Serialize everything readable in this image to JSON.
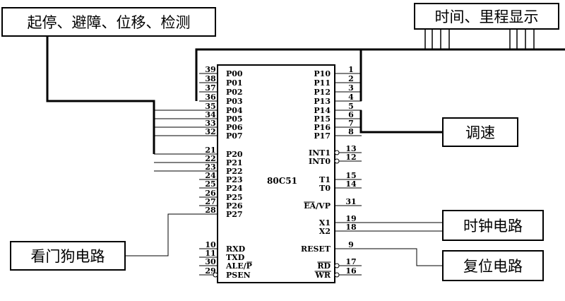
{
  "chip": {
    "name": "80C51"
  },
  "left_pins": [
    {
      "num": "39",
      "name": "P00"
    },
    {
      "num": "38",
      "name": "P01"
    },
    {
      "num": "37",
      "name": "P02"
    },
    {
      "num": "36",
      "name": "P03"
    },
    {
      "num": "35",
      "name": "P04"
    },
    {
      "num": "34",
      "name": "P05"
    },
    {
      "num": "33",
      "name": "P06"
    },
    {
      "num": "32",
      "name": "P07"
    },
    {
      "num": "21",
      "name": "P20"
    },
    {
      "num": "22",
      "name": "P21"
    },
    {
      "num": "23",
      "name": "P22"
    },
    {
      "num": "24",
      "name": "P23"
    },
    {
      "num": "25",
      "name": "P24"
    },
    {
      "num": "26",
      "name": "P25"
    },
    {
      "num": "27",
      "name": "P26"
    },
    {
      "num": "28",
      "name": "P27"
    },
    {
      "num": "10",
      "name": "RXD"
    },
    {
      "num": "11",
      "name": "TXD"
    },
    {
      "num": "30",
      "name": "ALE/P",
      "overline_suffix": "P"
    },
    {
      "num": "29",
      "name": "PSEN"
    }
  ],
  "right_pins": [
    {
      "num": "1",
      "name": "P10"
    },
    {
      "num": "2",
      "name": "P11"
    },
    {
      "num": "3",
      "name": "P12"
    },
    {
      "num": "4",
      "name": "P13"
    },
    {
      "num": "5",
      "name": "P14"
    },
    {
      "num": "6",
      "name": "P15"
    },
    {
      "num": "7",
      "name": "P16"
    },
    {
      "num": "8",
      "name": "P17"
    },
    {
      "num": "13",
      "name": "INT1"
    },
    {
      "num": "12",
      "name": "INT0"
    },
    {
      "num": "15",
      "name": "T1"
    },
    {
      "num": "14",
      "name": "T0"
    },
    {
      "num": "31",
      "name": "EA/VP",
      "overline_prefix": "EA"
    },
    {
      "num": "19",
      "name": "X1"
    },
    {
      "num": "18",
      "name": "X2"
    },
    {
      "num": "9",
      "name": "RESET"
    },
    {
      "num": "17",
      "name": "RD",
      "overline": true
    },
    {
      "num": "16",
      "name": "WR",
      "overline": true
    }
  ],
  "modules": {
    "sensors": "起停、避障、位移、检测",
    "display": "时间、里程显示",
    "speed": "调速",
    "watchdog": "看门狗电路",
    "clock": "时钟电路",
    "reset": "复位电路"
  },
  "colors": {
    "line": "#000000",
    "background": "#ffffff"
  }
}
